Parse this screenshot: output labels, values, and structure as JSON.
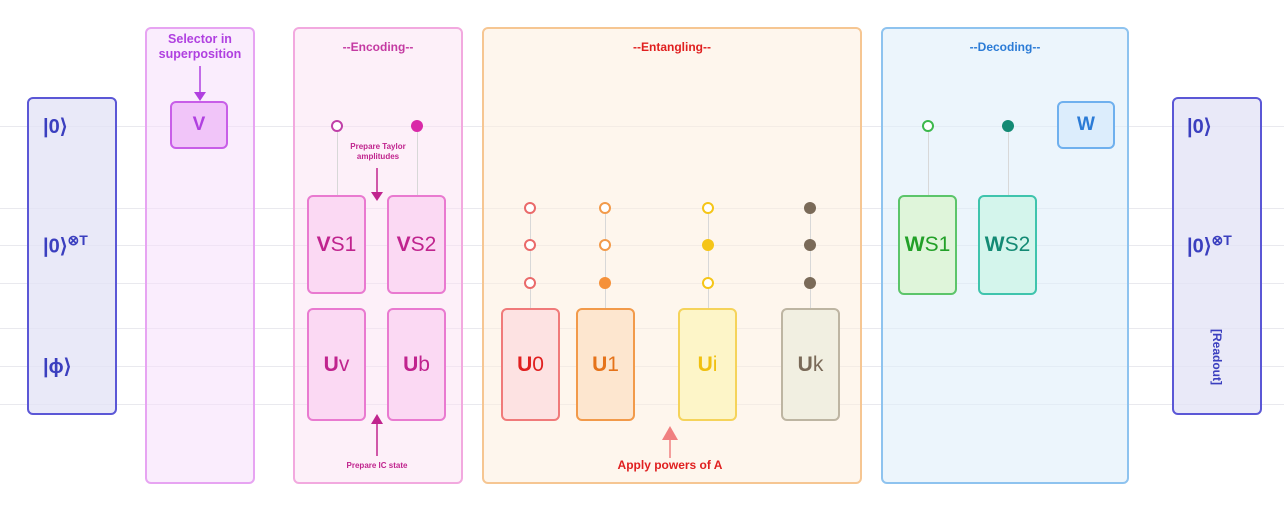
{
  "qubits": {
    "left": [
      "|0⟩",
      "|0⟩",
      "|ϕ⟩"
    ],
    "left_sup": "⊗T",
    "right": [
      "|0⟩",
      "|0⟩"
    ],
    "right_sup": "⊗T",
    "readout": "[Readout]"
  },
  "selector": {
    "title": "Selector in superposition",
    "gate": "V"
  },
  "encoding": {
    "title": "--Encoding--",
    "note_top": "Prepare Taylor amplitudes",
    "note_bottom": "Prepare IC state",
    "gates": [
      {
        "main": "V",
        "sub": "S1"
      },
      {
        "main": "V",
        "sub": "S2"
      },
      {
        "main": "U",
        "sub": "v"
      },
      {
        "main": "U",
        "sub": "b"
      }
    ]
  },
  "entangling": {
    "title": "--Entangling--",
    "note": "Apply powers of A",
    "gates": [
      {
        "main": "U",
        "sub": "0"
      },
      {
        "main": "U",
        "sub": "1"
      },
      {
        "main": "U",
        "sub": "i"
      },
      {
        "main": "U",
        "sub": "k"
      }
    ]
  },
  "decoding": {
    "title": "--Decoding--",
    "gate": "W",
    "gates": [
      {
        "main": "W",
        "sub": "S1"
      },
      {
        "main": "W",
        "sub": "S2"
      }
    ]
  },
  "colors": {
    "qubit_box": "#5b57d6",
    "selector": "#c85ee8",
    "encoding": "#e04ab8",
    "entangling_panel": "#f6c692",
    "decoding_panel": "#8ec3ef",
    "u0": "#e0303a",
    "u1": "#ef7d22",
    "ui": "#f5c518",
    "uk": "#7a6a58",
    "ws1": "#22a028",
    "ws2": "#138a74",
    "w": "#2b7bd6"
  }
}
